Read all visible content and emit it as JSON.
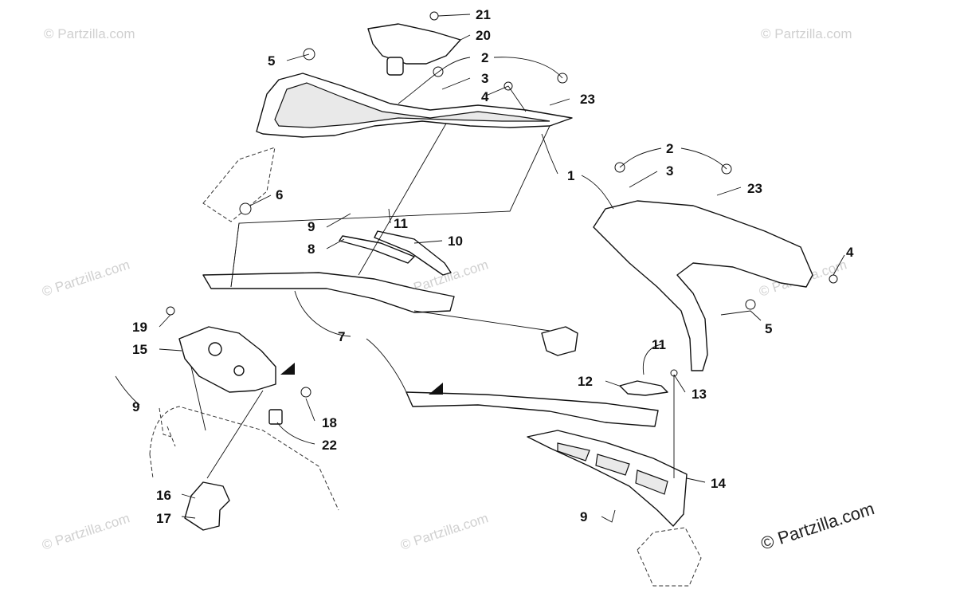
{
  "watermark": {
    "repeat_text": "© Partzilla.com",
    "main_text": "© Partzilla.com"
  },
  "callouts": {
    "c21": "21",
    "c20": "20",
    "c5a": "5",
    "c2a": "2",
    "c3a": "3",
    "c4a": "4",
    "c23a": "23",
    "c1": "1",
    "c2b": "2",
    "c3b": "3",
    "c23b": "23",
    "c6": "6",
    "c9a": "9",
    "c11a": "11",
    "c8": "8",
    "c10": "10",
    "c4b": "4",
    "c5b": "5",
    "c7": "7",
    "c19": "19",
    "c15": "15",
    "c11b": "11",
    "c12": "12",
    "c13": "13",
    "c9b": "9",
    "c18": "18",
    "c22": "22",
    "c14": "14",
    "c16": "16",
    "c17": "17",
    "c9c": "9"
  }
}
